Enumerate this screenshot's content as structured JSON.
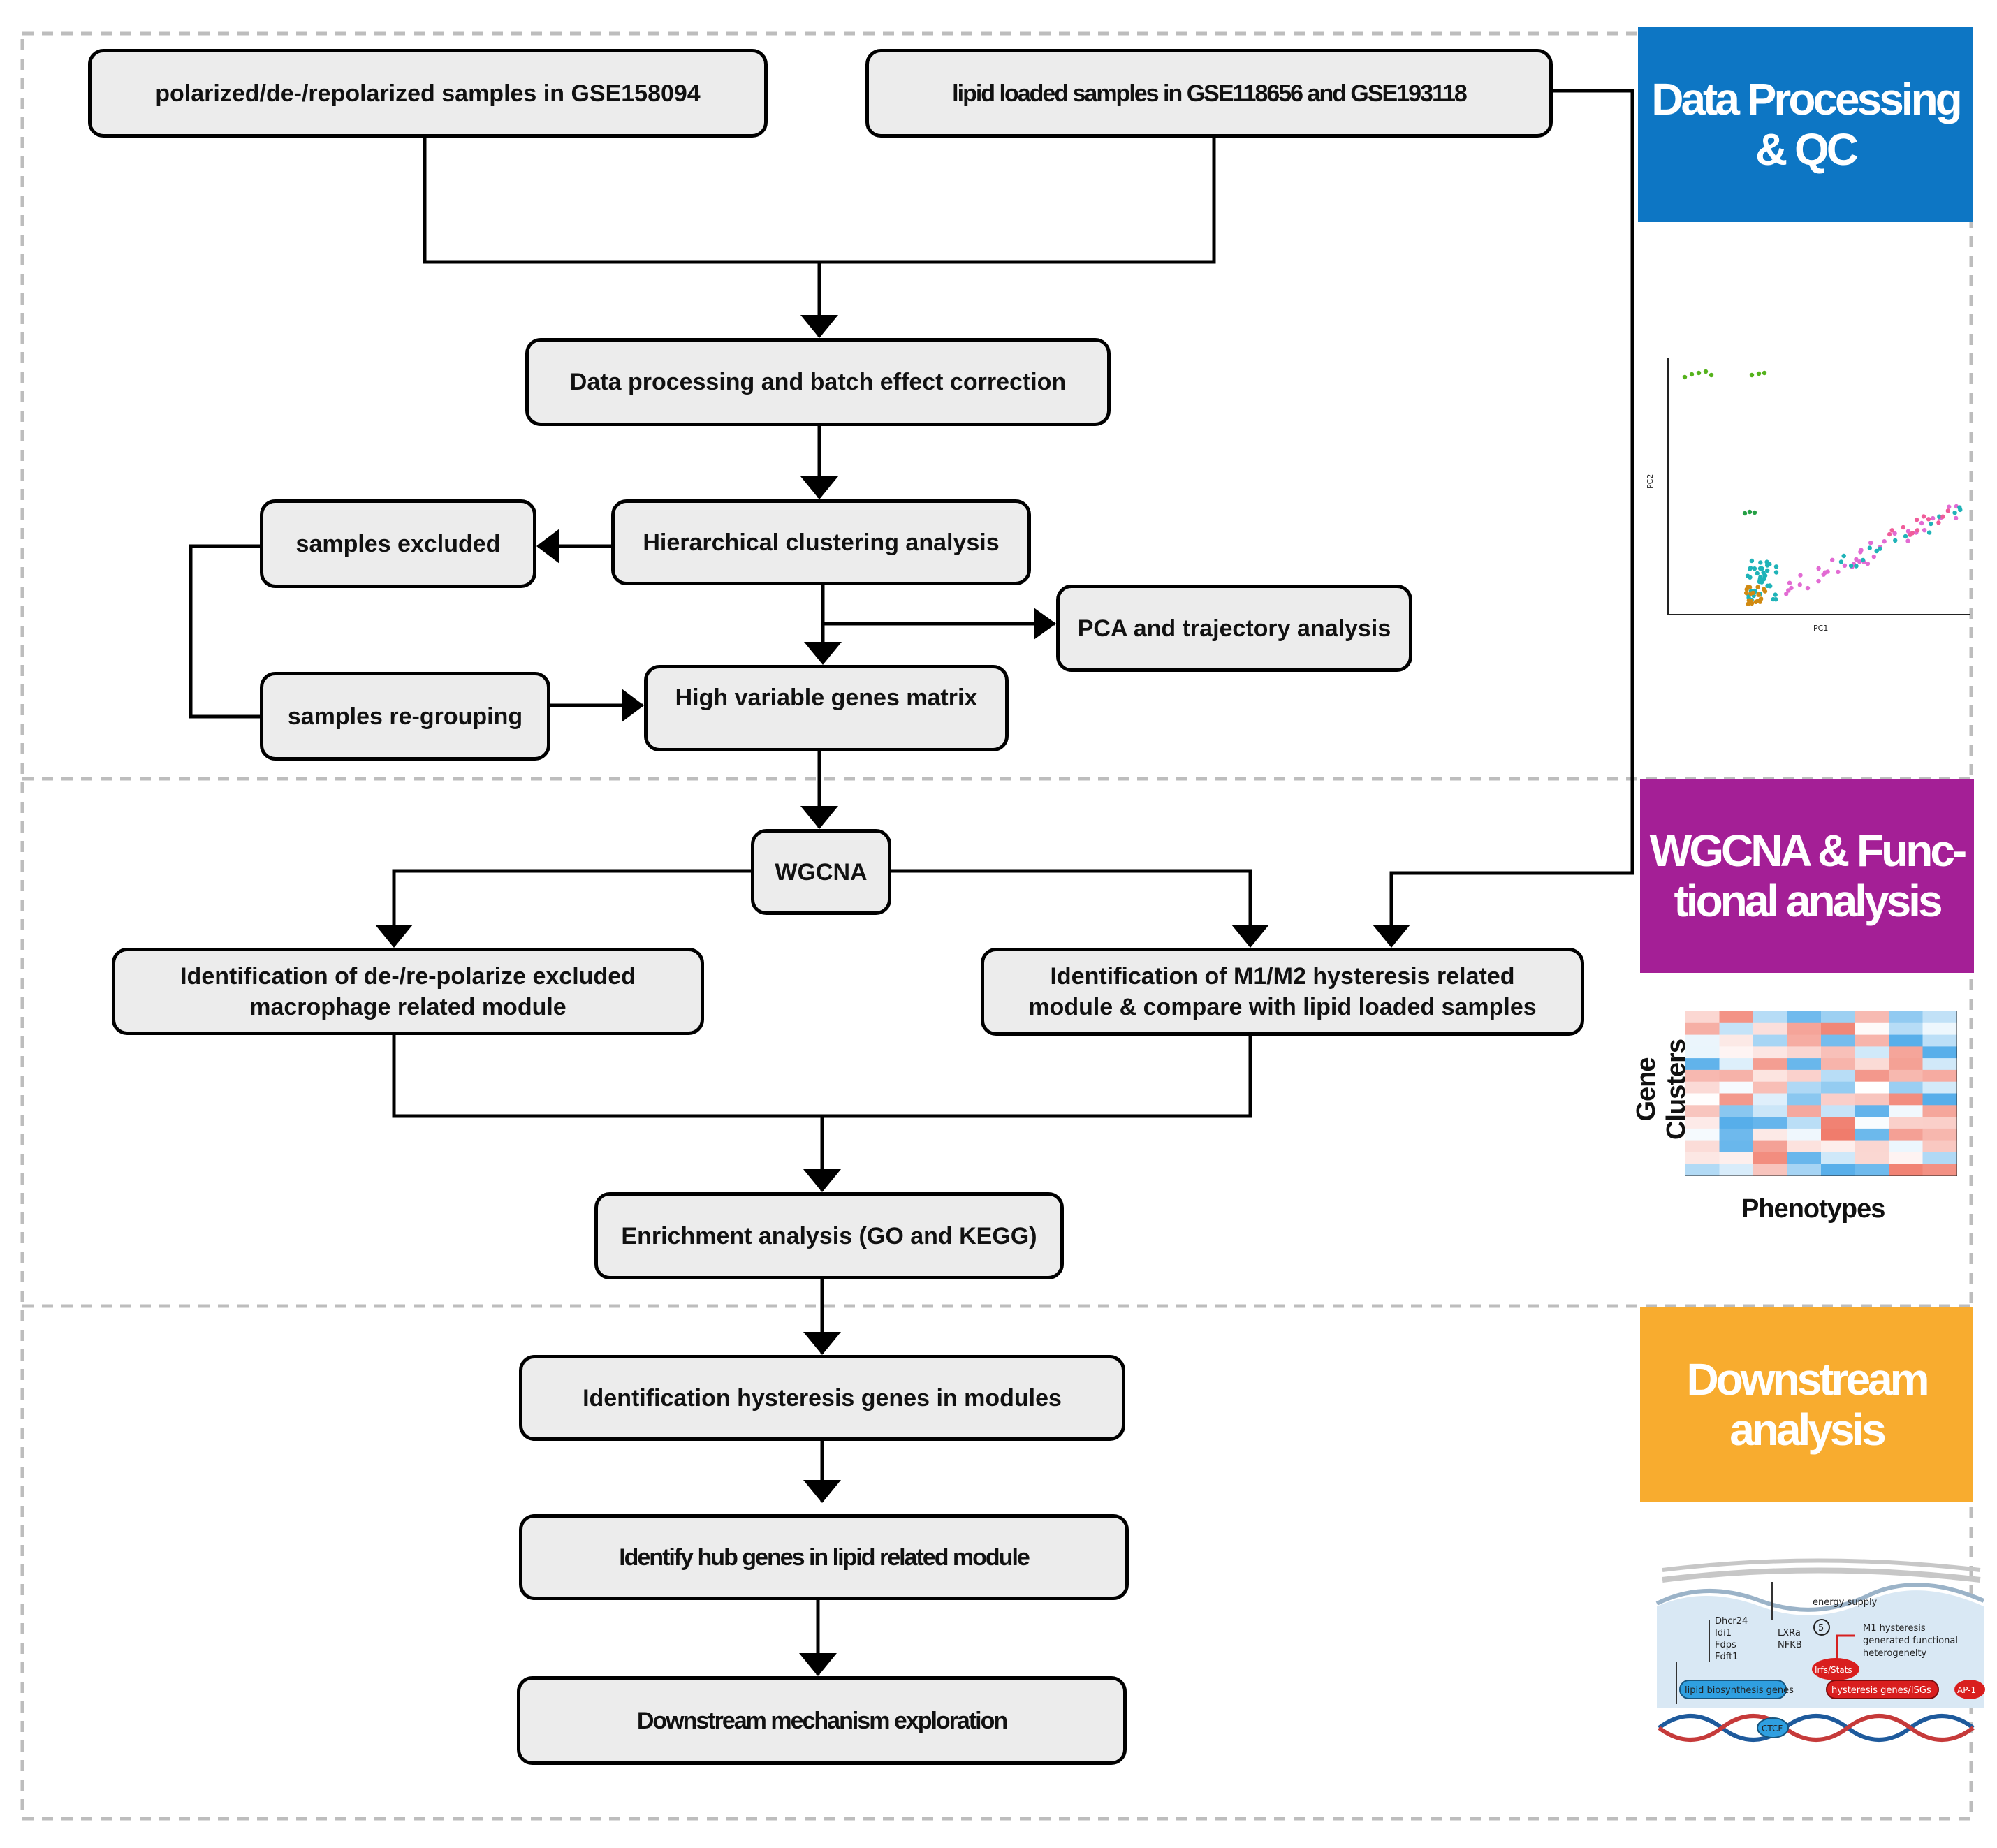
{
  "nodes": {
    "gse158094": "polarized/de-/repolarized samples in GSE158094",
    "lipid_samples": "lipid loaded samples in GSE118656 and GSE193118",
    "processing": "Data processing and batch effect correction",
    "hierarchical": "Hierarchical clustering analysis",
    "excluded": "samples excluded",
    "pca": "PCA and trajectory analysis",
    "regrouping": "samples re-grouping",
    "hvg": "High variable genes matrix",
    "wgcna": "WGCNA",
    "module_left_line1": "Identification of de-/re-polarize excluded",
    "module_left_line2": "macrophage related module",
    "module_right_line1": "Identification of M1/M2 hysteresis related",
    "module_right_line2": "module & compare with lipid loaded samples",
    "enrichment": "Enrichment analysis (GO and KEGG)",
    "hysteresis_genes": "Identification hysteresis genes in modules",
    "hub_genes": "Identify hub genes in lipid related module",
    "mechanism": "Downstream mechanism exploration"
  },
  "stages": [
    {
      "label": "Data Processing\n& QC",
      "color": "#0d76c4"
    },
    {
      "label": "WGCNA & Func-\ntional analysis",
      "color": "#a41f96"
    },
    {
      "label": "Downstream\nanalysis",
      "color": "#f8ac2f"
    }
  ],
  "thumbnails": {
    "pca_plot": {
      "x_label": "PC1",
      "y_label": "PC2",
      "point_colors": [
        "#55b21c",
        "#25a045",
        "#1fb3b8",
        "#d08a12",
        "#e26bd3",
        "#f05c9a"
      ]
    },
    "heatmap": {
      "y_label": "Gene Clusters",
      "x_label": "Phenotypes",
      "colors": {
        "low": "#4aa8e8",
        "mid": "#ffffff",
        "high": "#f07a6a"
      }
    },
    "mechanism": {
      "energy_supply": "energy supply",
      "step_number": "5",
      "m1_text_line1": "M1 hysteresis",
      "m1_text_line2": "generated functional",
      "m1_text_line3": "heterogenelty",
      "genes_left": [
        "Dhcr24",
        "Idi1",
        "Fdps",
        "Fdft1"
      ],
      "genes_right": [
        "LXRa",
        "NFKB"
      ],
      "lipid_box": "lipid biosynthesis genes",
      "ctcf": "CTCF",
      "irf": "Irfs/Stats",
      "hysteresis_box": "hysteresis genes/ISGs",
      "ap1": "AP-1"
    }
  }
}
